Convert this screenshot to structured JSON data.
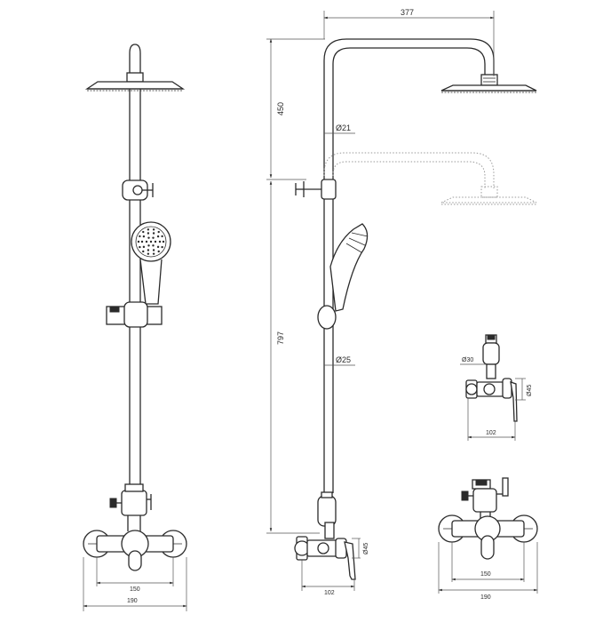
{
  "dimensions": {
    "arm_length": "377",
    "upper_height": "450",
    "arm_pipe_diameter": "Ø21",
    "rail_height": "797",
    "rail_pipe_diameter": "Ø25",
    "mixer_outlet_diameter": "Ø45",
    "mixer_depth": "102",
    "front_inlet_spacing": "150",
    "front_total_width": "190",
    "detail_top_diameter": "Ø30",
    "detail_body_diameter": "Ø45",
    "detail_depth": "102",
    "detail_front_spacing": "150",
    "detail_front_width": "190"
  }
}
